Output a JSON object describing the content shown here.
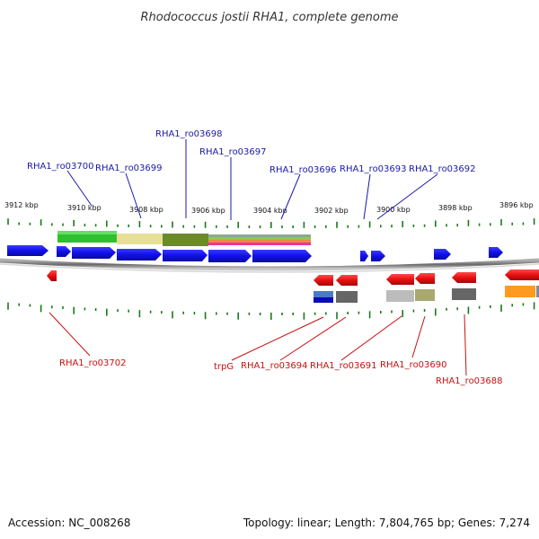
{
  "title": "Rhodococcus jostii RHA1, complete genome",
  "footer": {
    "accession": "Accession: NC_008268",
    "summary": "Topology: linear; Length: 7,804,765 bp; Genes: 7,274"
  },
  "scale_labels": [
    "3912 kbp",
    "3910 kbp",
    "3908 kbp",
    "3906 kbp",
    "3904 kbp",
    "3902 kbp",
    "3900 kbp",
    "3898 kbp",
    "3896 kbp"
  ],
  "genes_top": [
    "RHA1_ro03700",
    "RHA1_ro03699",
    "RHA1_ro03698",
    "RHA1_ro03697",
    "RHA1_ro03696",
    "RHA1_ro03693",
    "RHA1_ro03692"
  ],
  "genes_bottom": [
    "RHA1_ro03702",
    "trpG",
    "RHA1_ro03694",
    "RHA1_ro03691",
    "RHA1_ro03690",
    "RHA1_ro03688"
  ],
  "colors": {
    "forward_gene": "#1010e8",
    "reverse_gene": "#e81010",
    "top_label": "#1a1aa8",
    "bottom_label": "#c81010",
    "tick": "#1a7a1a",
    "backbone": "#8a8a8a"
  }
}
